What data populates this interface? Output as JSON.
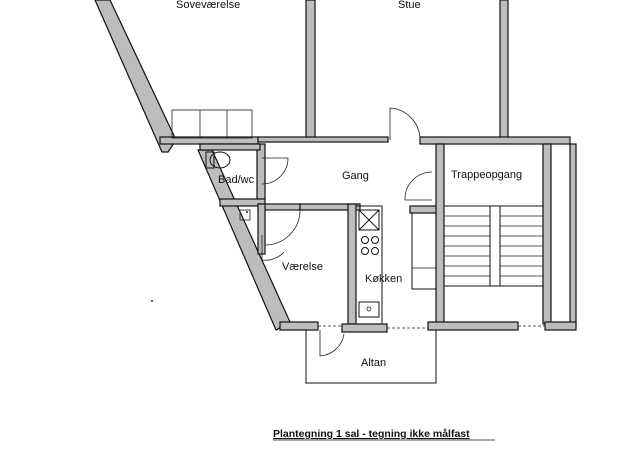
{
  "rooms": {
    "sovevaerelse": "Soveværelse",
    "stue": "Stue",
    "bad": "Bad/wc",
    "gang": "Gang",
    "trappeopgang": "Trappeopgang",
    "vaerelse": "Værelse",
    "koekken": "Køkken",
    "altan": "Altan"
  },
  "caption": "Plantegning 1 sal - tegning ikke målfast",
  "colors": {
    "wall_fill": "#bdbdbd",
    "line": "#111111"
  }
}
